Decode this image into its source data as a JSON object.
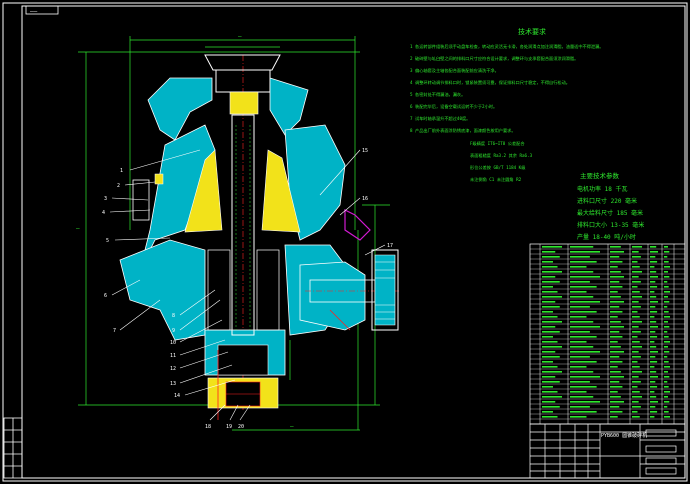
{
  "drawing": {
    "title_block_tag": "——",
    "tech_req_title": "技术要求",
    "tech_req_notes": [
      "1  各运转部件组装后须手动盘车检查，转动应灵活无卡滞，各处润滑点加注润滑脂，油量适中不得泄漏。",
      "2  破碎壁与轧臼壁之间的排料口尺寸应符合设计要求，调整环与支承套配合面须涂润滑脂。",
      "3  偏心轴套及主轴各配合面装配前应清洗干净。",
      "4  调整环转动调节排料口时，锁紧装置须可靠，保证排料口尺寸稳定，不得自行松动。",
      "5  各密封处不得漏油，漏灰。",
      "6  装配完毕后，设备空载试运转不少于2小时。",
      "7  试车时轴承温升不超过40度。",
      "8  产品出厂前外表面涂防锈底漆，面漆颜色按用户要求。"
    ],
    "fit_notes": [
      "F级精度 IT6~IT8 公差配合",
      "表面粗糙度 Ra3.2 其余 Ra6.3",
      "形位公差按 GB/T 1184 K级",
      "未注倒角 C1 未注圆角 R2"
    ],
    "main_params_title": "主要技术参数",
    "main_params": [
      "电机功率 18 千瓦",
      "进料口尺寸 220 毫米",
      "最大给料尺寸 185 毫米",
      "排料口大小 13-35 毫米",
      "产量 18-40 吨/小时"
    ],
    "leader_labels": [
      "1",
      "2",
      "3",
      "4",
      "5",
      "6",
      "7",
      "8",
      "9",
      "10",
      "11",
      "12",
      "13",
      "14",
      "15",
      "16",
      "17",
      "18",
      "19",
      "20"
    ],
    "title_block_name": "PYB600 圆锥破碎机",
    "colors": {
      "outline": "#ffffff",
      "body": "#00b3c6",
      "highlight": "#f2e21a",
      "text": "#2ee82e",
      "magenta": "#d21ad2",
      "red": "#ff2020",
      "dim": "#2ee82e"
    }
  }
}
